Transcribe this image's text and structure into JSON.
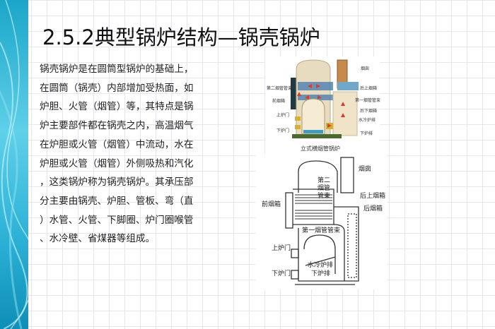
{
  "title": "2.5.2典型锅炉结构—锅壳锅炉",
  "body_lines": [
    "锅壳锅炉是在圆筒型锅炉的基础上，",
    "在圆筒（锅壳）内部增加受热面，如",
    "炉胆、火管（烟管）等，其特点是锅",
    "炉主要部件都在锅壳之内，高温烟气",
    "在炉胆或火管（烟管）中流动，水在",
    "炉胆或火管（烟管）外侧吸热和汽化",
    "，这类锅炉称为锅壳锅炉。其承压部",
    "分主要由锅壳、炉胆、管板、弯（直",
    "）水管、火管、下脚圈、炉门圈喉管",
    "、水冷壁、省煤器等组成。"
  ],
  "figure1": {
    "caption": "立式横烟管锅炉",
    "labels": {
      "chimney": "烟囱",
      "tube2": "第二烟管管束",
      "rear_upper": "后上烟箱",
      "front_box": "前烟箱",
      "tube1": "第一烟管管束",
      "rear_lower": "后下烟箱",
      "upper_door": "上炉门",
      "water_grate": "水冷炉排",
      "lower_door": "下炉门",
      "lower_grate": "下炉排"
    }
  },
  "figure2": {
    "labels": {
      "chimney": "烟囱",
      "tube2": "第二烟管管束",
      "rear_upper": "后上烟箱",
      "front_box": "前烟箱",
      "rear_box": "后烟箱",
      "tube1": "第一烟管管束",
      "upper_door": "上炉门",
      "water_grate": "水冷炉排",
      "lower_door": "下炉门",
      "lower_grate": "下炉排"
    }
  },
  "colors": {
    "sidebar": "#2fb4d8",
    "arrow": "#e03a2a"
  }
}
